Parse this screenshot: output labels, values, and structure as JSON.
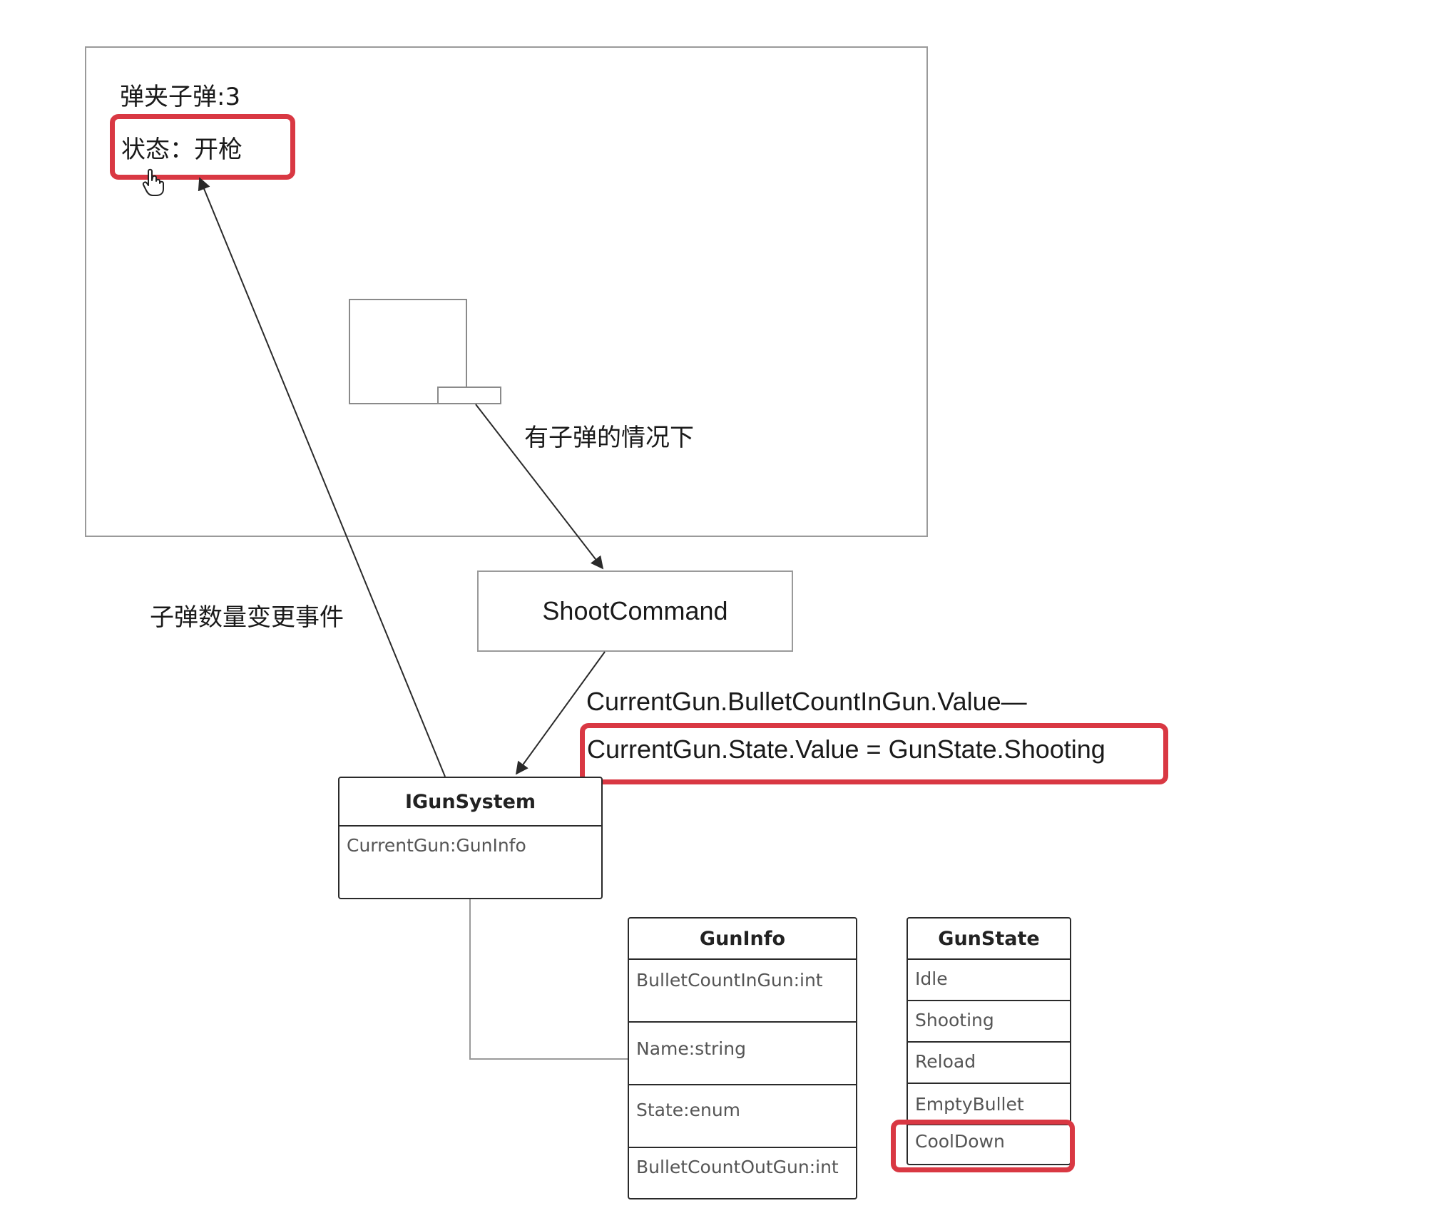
{
  "panel": {
    "ammo_label": "弹夹子弹:3",
    "status_label": "状态：开枪"
  },
  "labels": {
    "has_bullets": "有子弹的情况下",
    "bullet_count_event": "子弹数量变更事件",
    "code_line_1": "CurrentGun.BulletCountInGun.Value—",
    "code_line_2": "CurrentGun.State.Value = GunState.Shooting"
  },
  "shoot_command": {
    "title": "ShootCommand"
  },
  "igunsystem": {
    "title": "IGunSystem",
    "fields": [
      "CurrentGun:GunInfo"
    ]
  },
  "guninfo": {
    "title": "GunInfo",
    "fields": [
      "BulletCountInGun:int",
      "Name:string",
      "State:enum",
      "BulletCountOutGun:int"
    ]
  },
  "gunstate": {
    "title": "GunState",
    "values": [
      "Idle",
      "Shooting",
      "Reload",
      "EmptyBullet",
      "CoolDown"
    ]
  },
  "colors": {
    "highlight": "#d93843",
    "line": "#2a2a2a",
    "frame": "#9a9a9a"
  },
  "icons": [
    "hand-cursor-icon"
  ]
}
